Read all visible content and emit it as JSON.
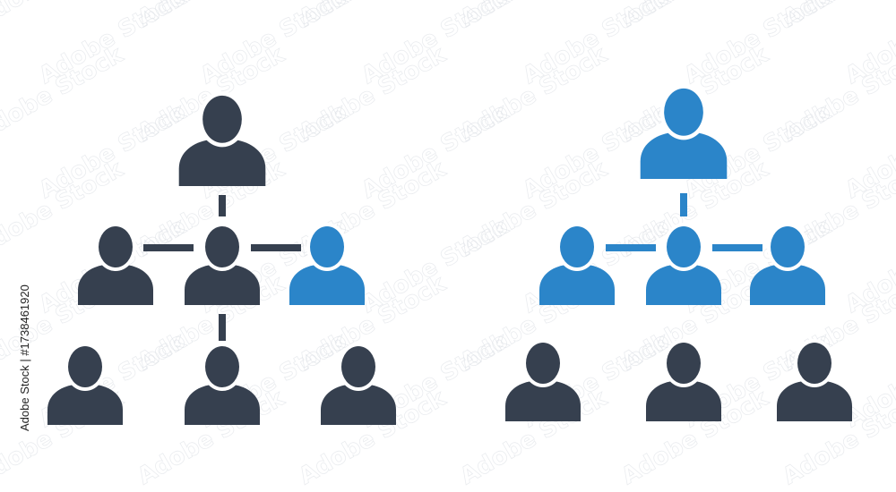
{
  "stock_id": "Adobe Stock | #1738461920",
  "colors": {
    "dark": "#36404f",
    "blue": "#2b85c9",
    "background": "#ffffff",
    "watermark": "#d9dde3"
  },
  "icons": [
    {
      "name": "hierarchy-dark",
      "highlight": "one-right-node"
    },
    {
      "name": "hierarchy-blue",
      "highlight": "top-two-levels"
    }
  ]
}
